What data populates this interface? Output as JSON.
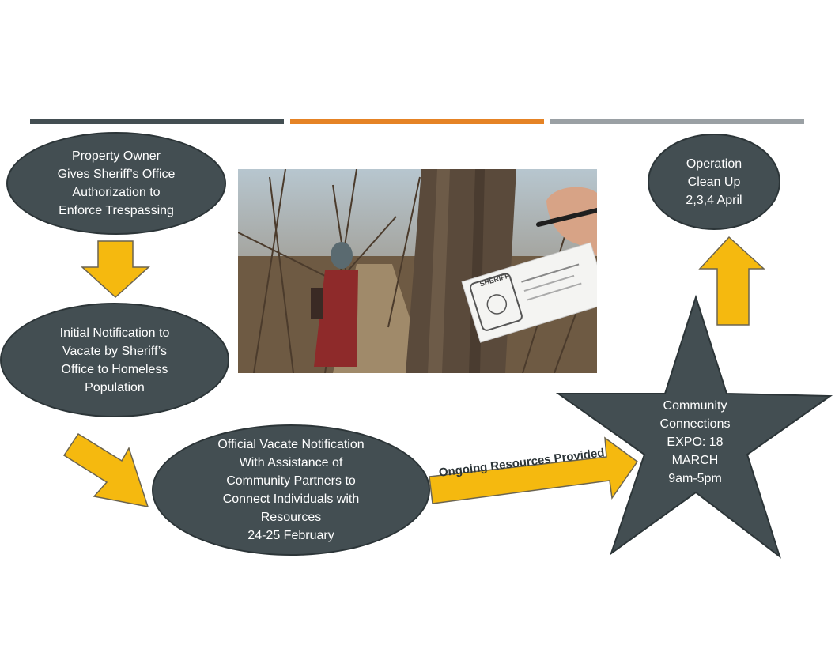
{
  "colors": {
    "bar_left": "#434e52",
    "bar_middle": "#e58325",
    "bar_right": "#9aa0a4",
    "node_fill": "#434e52",
    "arrow_fill": "#f5b90f",
    "arrow_stroke": "#6b6450"
  },
  "nodes": {
    "property_owner": "Property Owner\nGives Sheriff’s Office\nAuthorization to\nEnforce Trespassing",
    "initial_notification": "Initial Notification to\nVacate by Sheriff’s\nOffice to Homeless\nPopulation",
    "official_vacate": "Official Vacate Notification\nWith Assistance of\nCommunity Partners to\nConnect Individuals with\nResources\n24-25 February",
    "community_connections": "Community\nConnections\nEXPO: 18\nMARCH\n9am-5pm",
    "operation_cleanup": "Operation\nClean Up\n2,3,4 April"
  },
  "arrows": {
    "ongoing_resources": "Ongoing Resources Provided"
  },
  "photo": {
    "card_text": "SHERIFF"
  }
}
